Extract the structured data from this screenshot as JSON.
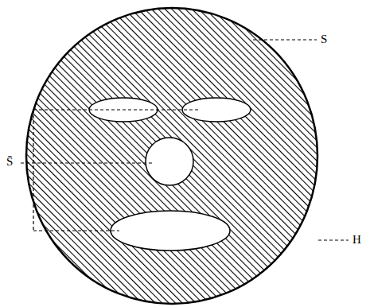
{
  "diagram": {
    "labels": [
      "S",
      "S̄",
      "H"
    ]
  }
}
